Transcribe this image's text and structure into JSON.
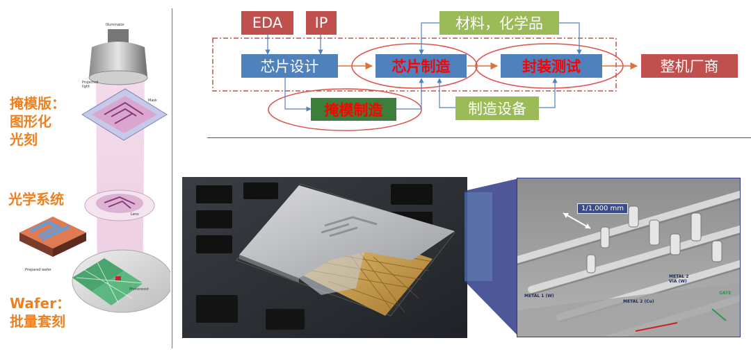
{
  "flow": {
    "eda": "EDA",
    "ip": "IP",
    "materials": "材料，化学品",
    "chip_design": "芯片设计",
    "chip_manufacturing": "芯片制造",
    "packaging_testing": "封装测试",
    "oem": "整机厂商",
    "mask_making": "掩模制造",
    "equipment": "制造设备"
  },
  "litho": {
    "label_mask": "掩模版：\n图形化\n光刻",
    "label_optics": "光学系统",
    "label_wafer": "Wafer：\n批量套刻",
    "tiny_illuminator": "Illuminator",
    "tiny_projected_light": "Projected\nlight",
    "tiny_mask": "Mask",
    "tiny_lens": "Lens",
    "tiny_prepared_wafer": "Prepared wafer",
    "tiny_photoresist": "Photoresist"
  },
  "sem": {
    "scale": "1/1,000 mm",
    "metal1": "METAL 1 (W)",
    "metal2_via": "METAL 2\nVIA (W)",
    "metal2_cu": "METAL 2 (Cu)",
    "gate": "GATE"
  },
  "colors": {
    "red_box": "#c0504d",
    "blue_box": "#4f81bd",
    "green_box": "#9bbb59",
    "mask_box": "#3d7f3a",
    "orange_label": "#f0801e",
    "ellipse": "#e0504a"
  }
}
